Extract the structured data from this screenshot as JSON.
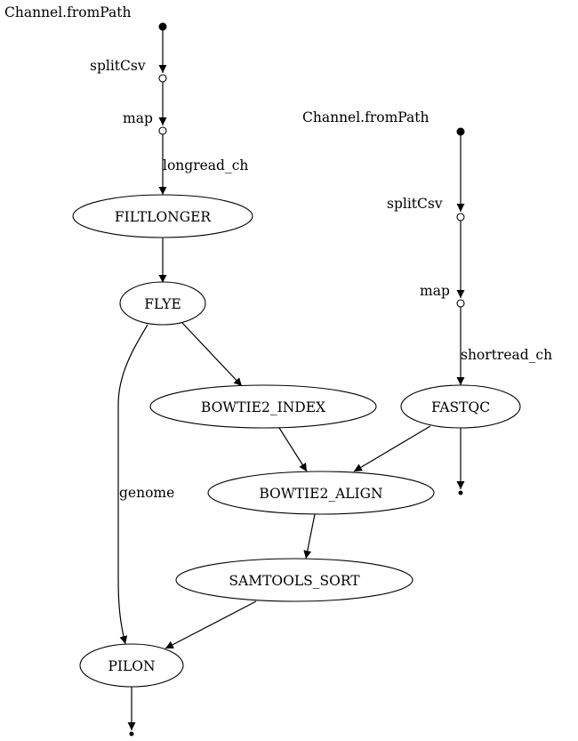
{
  "diagram": {
    "type": "nextflow-dag",
    "origins": [
      {
        "id": "src1",
        "label": "Channel.fromPath"
      },
      {
        "id": "src2",
        "label": "Channel.fromPath"
      }
    ],
    "operators": [
      {
        "id": "op1",
        "label": "splitCsv"
      },
      {
        "id": "op2",
        "label": "map"
      },
      {
        "id": "op3",
        "label": "splitCsv"
      },
      {
        "id": "op4",
        "label": "map"
      }
    ],
    "processes": [
      {
        "id": "filtlonger",
        "label": "FILTLONGER"
      },
      {
        "id": "flye",
        "label": "FLYE"
      },
      {
        "id": "bowtie2_index",
        "label": "BOWTIE2_INDEX"
      },
      {
        "id": "fastqc",
        "label": "FASTQC"
      },
      {
        "id": "bowtie2_align",
        "label": "BOWTIE2_ALIGN"
      },
      {
        "id": "samtools_sort",
        "label": "SAMTOOLS_SORT"
      },
      {
        "id": "pilon",
        "label": "PILON"
      }
    ],
    "edge_labels": {
      "longread": "longread_ch",
      "shortread": "shortread_ch",
      "genome": "genome"
    },
    "edges": [
      {
        "from": "src1",
        "to": "op1"
      },
      {
        "from": "op1",
        "to": "op2"
      },
      {
        "from": "op2",
        "to": "filtlonger",
        "label": "longread_ch"
      },
      {
        "from": "filtlonger",
        "to": "flye"
      },
      {
        "from": "flye",
        "to": "bowtie2_index"
      },
      {
        "from": "flye",
        "to": "pilon",
        "label": "genome"
      },
      {
        "from": "src2",
        "to": "op3"
      },
      {
        "from": "op3",
        "to": "op4"
      },
      {
        "from": "op4",
        "to": "fastqc",
        "label": "shortread_ch"
      },
      {
        "from": "bowtie2_index",
        "to": "bowtie2_align"
      },
      {
        "from": "fastqc",
        "to": "bowtie2_align"
      },
      {
        "from": "fastqc",
        "to": "sink1"
      },
      {
        "from": "bowtie2_align",
        "to": "samtools_sort"
      },
      {
        "from": "samtools_sort",
        "to": "pilon"
      },
      {
        "from": "pilon",
        "to": "sink2"
      }
    ]
  }
}
